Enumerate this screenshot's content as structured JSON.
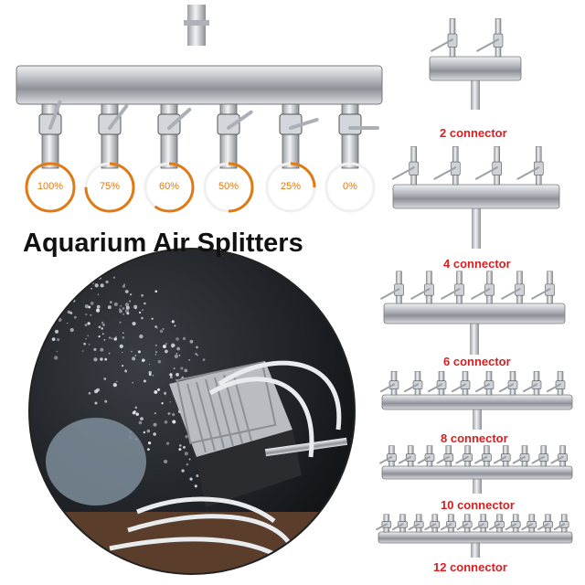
{
  "title": "Aquarium Air Splitters",
  "valve_flow": [
    {
      "label": "100%",
      "level": 1.0
    },
    {
      "label": "75%",
      "level": 0.75
    },
    {
      "label": "60%",
      "level": 0.6
    },
    {
      "label": "50%",
      "level": 0.5
    },
    {
      "label": "25%",
      "level": 0.25
    },
    {
      "label": "0%",
      "level": 0.0
    }
  ],
  "connectors": [
    {
      "label": "2 connector",
      "count": 2
    },
    {
      "label": "4 connector",
      "count": 4
    },
    {
      "label": "6 connector",
      "count": 6
    },
    {
      "label": "8 connector",
      "count": 8
    },
    {
      "label": "10 connector",
      "count": 10
    },
    {
      "label": "12 connector",
      "count": 12
    }
  ],
  "colors": {
    "accent": "#e07a14",
    "label_red": "#d81e1e",
    "steel": "#c9cdd2"
  }
}
